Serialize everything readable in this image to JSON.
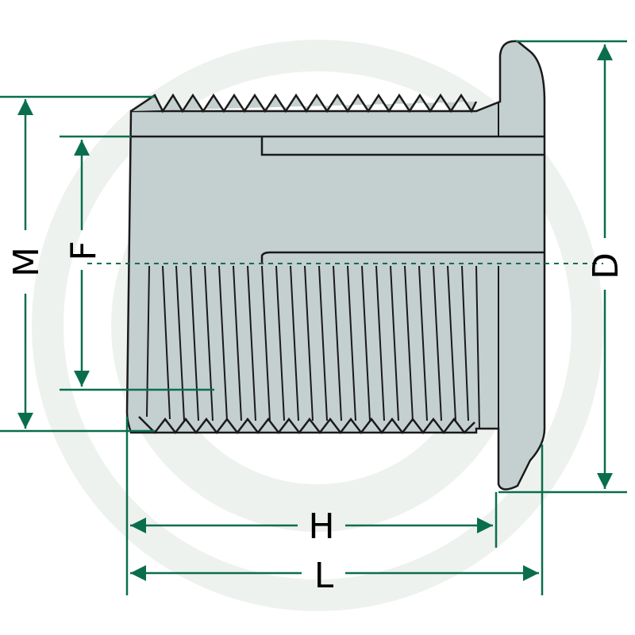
{
  "diagram": {
    "labels": {
      "M": "M",
      "F": "F",
      "D": "D",
      "H": "H",
      "L": "L"
    },
    "colors": {
      "dimension": "#0a6e4e",
      "part_fill": "#c4cfcf",
      "part_stroke": "#1a1a1a",
      "watermark": "#eef2ee"
    },
    "watermark_icon": "brand-watermark-circle"
  }
}
